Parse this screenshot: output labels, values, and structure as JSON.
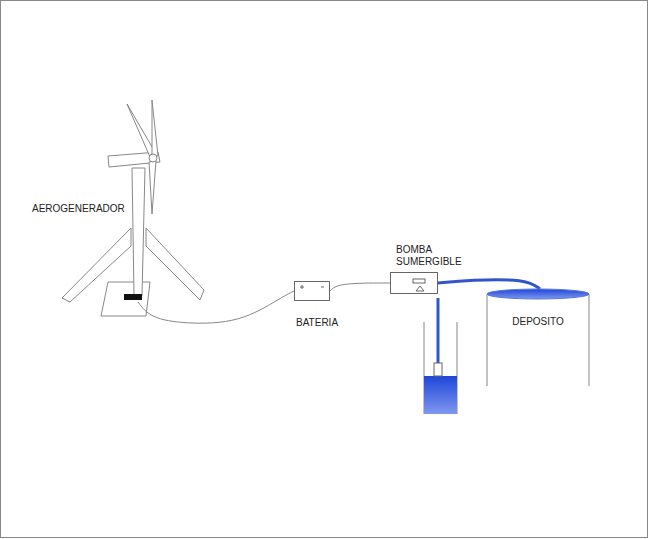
{
  "diagram": {
    "nodes": [
      {
        "text": [
          "AEROGENERADOR"
        ]
      },
      {
        "text": [
          "BATERIA"
        ]
      },
      {
        "text": [
          "BOMBA SUMERGIBLE"
        ]
      },
      {
        "text": [
          "DEPOSITO"
        ]
      }
    ],
    "edges": [
      {
        "from": 0,
        "to": 1,
        "arrow": "none"
      },
      {
        "from": 1,
        "to": 2,
        "arrow": "none"
      },
      {
        "from": 2,
        "to": 3,
        "arrow": "none"
      }
    ]
  }
}
